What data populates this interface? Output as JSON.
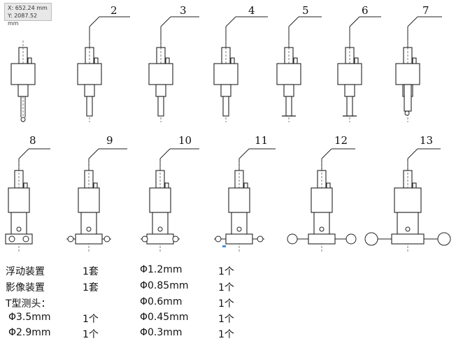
{
  "coordinate_readout": {
    "x": "X: 652.24 mm",
    "y": "Y: 2087.52 mm"
  },
  "callouts": [
    "2",
    "3",
    "4",
    "5",
    "6",
    "7",
    "8",
    "9",
    "10",
    "11",
    "12",
    "13"
  ],
  "legend": {
    "left": [
      {
        "name": "浮动装置",
        "qty": "1套"
      },
      {
        "name": "影像装置",
        "qty": "1套"
      },
      {
        "name": "T型测头：",
        "qty": ""
      },
      {
        "name": "Φ3.5mm",
        "qty": "1个"
      },
      {
        "name": "Φ2.9mm",
        "qty": "1个"
      }
    ],
    "right": [
      {
        "name": "Φ1.2mm",
        "qty": "1个"
      },
      {
        "name": "Φ0.85mm",
        "qty": "1个"
      },
      {
        "name": "Φ0.6mm",
        "qty": "1个"
      },
      {
        "name": "Φ0.45mm",
        "qty": "1个"
      },
      {
        "name": "Φ0.3mm",
        "qty": "1个"
      }
    ]
  }
}
